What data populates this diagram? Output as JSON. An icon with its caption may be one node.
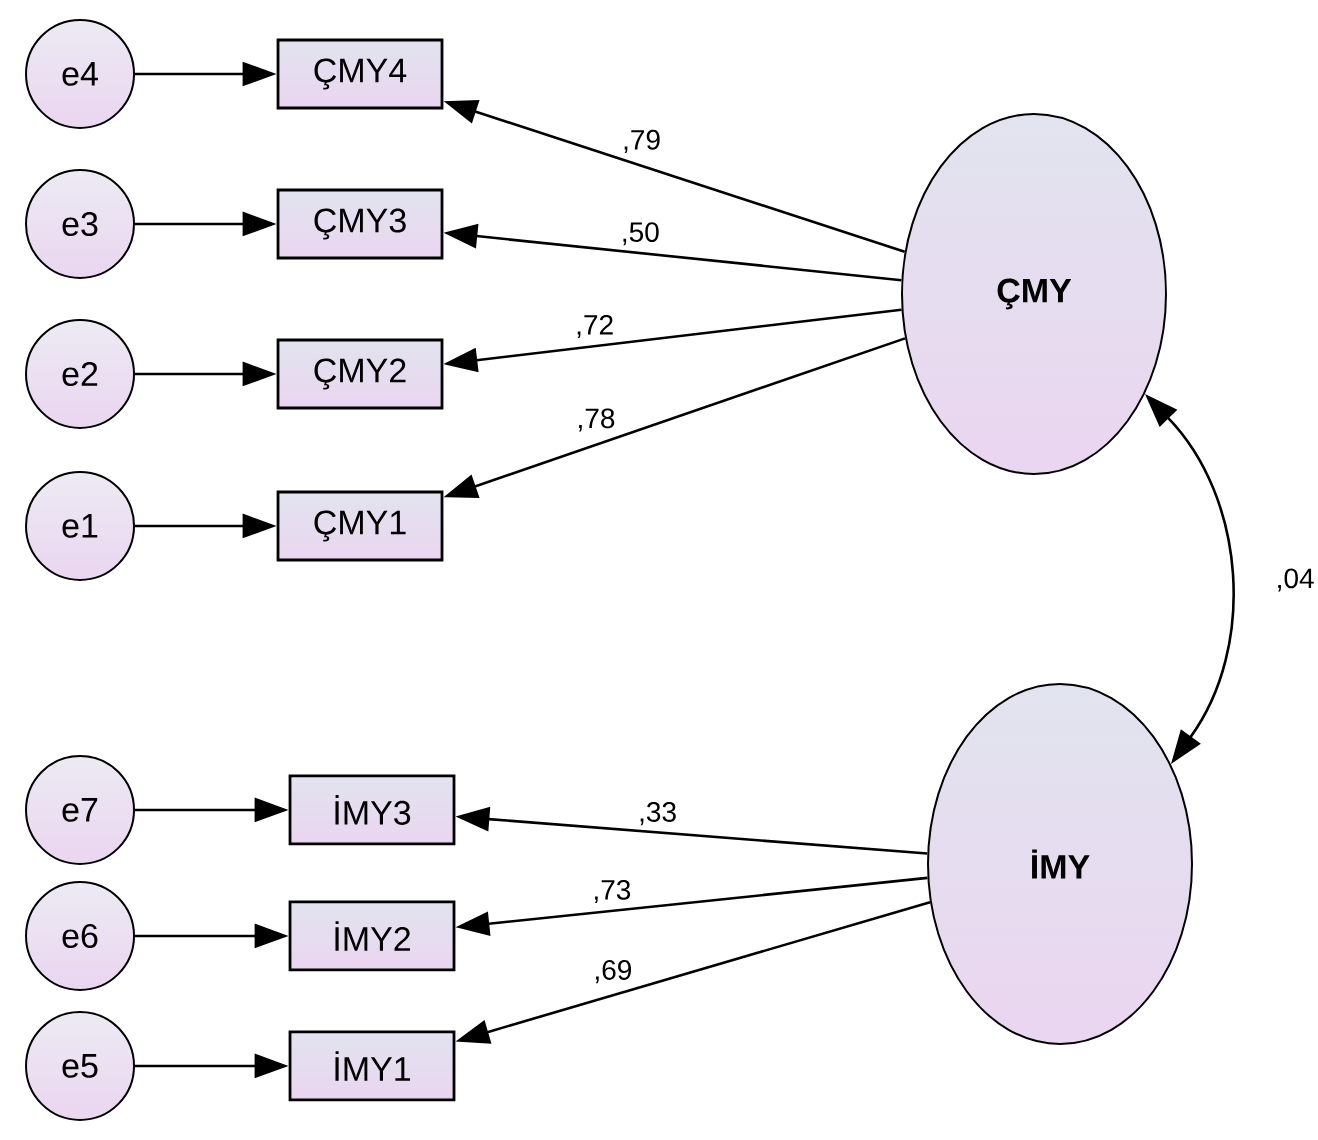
{
  "diagram": {
    "nodes": [
      {
        "text": [
          "e4"
        ]
      },
      {
        "text": [
          "ÇMY4"
        ]
      },
      {
        "text": [
          "e3"
        ]
      },
      {
        "text": [
          "ÇMY3"
        ]
      },
      {
        "text": [
          "e2"
        ]
      },
      {
        "text": [
          "ÇMY2"
        ]
      },
      {
        "text": [
          "e1"
        ]
      },
      {
        "text": [
          "ÇMY1"
        ]
      },
      {
        "text": [
          "ÇMY"
        ]
      },
      {
        "text": [
          "e7"
        ]
      },
      {
        "text": [
          "İMY3"
        ]
      },
      {
        "text": [
          "e6"
        ]
      },
      {
        "text": [
          "İMY2"
        ]
      },
      {
        "text": [
          "e5"
        ]
      },
      {
        "text": [
          "İMY1"
        ]
      },
      {
        "text": [
          "İMY"
        ]
      }
    ],
    "edges": [
      {
        "from": 0,
        "to": 1,
        "arrow": "to"
      },
      {
        "from": 2,
        "to": 3,
        "arrow": "to"
      },
      {
        "from": 4,
        "to": 5,
        "arrow": "to"
      },
      {
        "from": 6,
        "to": 7,
        "arrow": "to"
      },
      {
        "from": 8,
        "to": 1,
        "arrow": "to",
        "label": ",79"
      },
      {
        "from": 8,
        "to": 3,
        "arrow": "to",
        "label": ",50"
      },
      {
        "from": 8,
        "to": 5,
        "arrow": "to",
        "label": ",72"
      },
      {
        "from": 8,
        "to": 7,
        "arrow": "to",
        "label": ",78"
      },
      {
        "from": 8,
        "to": 15,
        "arrow": "both",
        "label": ",04"
      },
      {
        "from": 9,
        "to": 10,
        "arrow": "to"
      },
      {
        "from": 11,
        "to": 12,
        "arrow": "to"
      },
      {
        "from": 13,
        "to": 14,
        "arrow": "to"
      },
      {
        "from": 15,
        "to": 10,
        "arrow": "to",
        "label": ",33"
      },
      {
        "from": 15,
        "to": 12,
        "arrow": "to",
        "label": ",73"
      },
      {
        "from": 15,
        "to": 14,
        "arrow": "to",
        "label": ",69"
      }
    ]
  }
}
